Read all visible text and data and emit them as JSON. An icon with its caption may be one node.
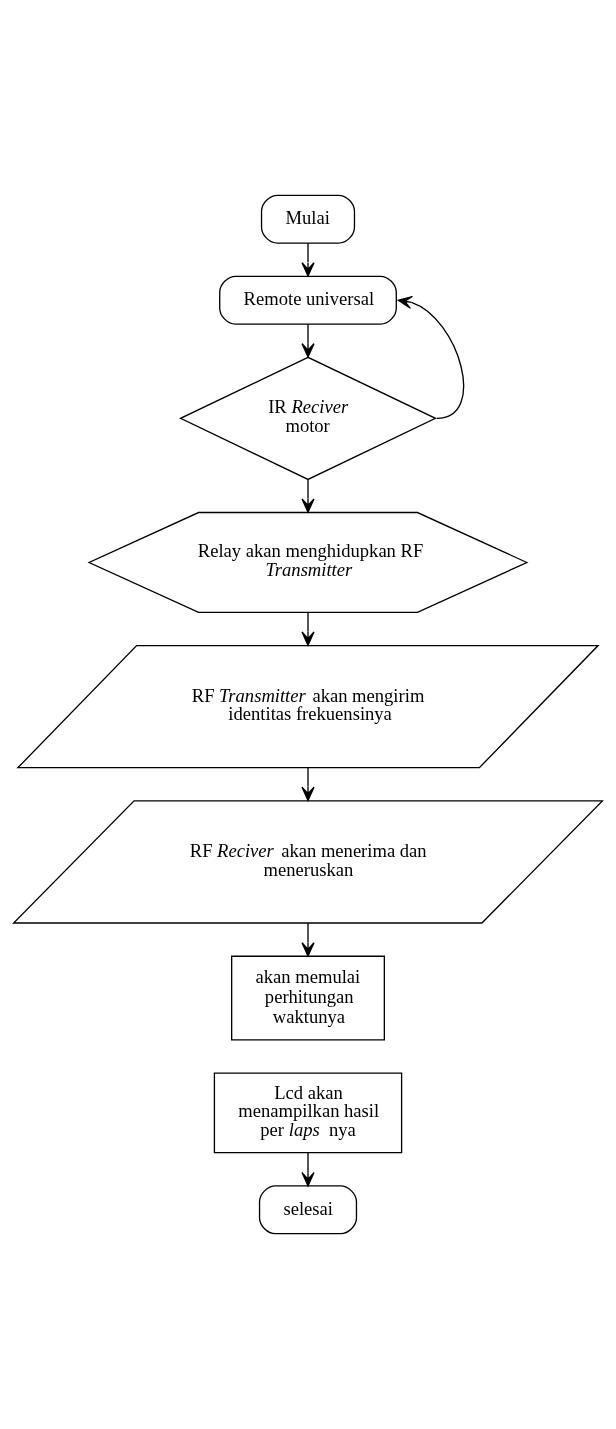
{
  "diagram": {
    "nodes": [
      {
        "text": [
          "Mulai"
        ]
      },
      {
        "text": [
          "Remote universal"
        ]
      },
      {
        "text": [
          "IR *Reciver* motor"
        ]
      },
      {
        "text": [
          "Relay akan menghidupkan RF *Transmitter*"
        ]
      },
      {
        "text": [
          "RF *Transmitter* akan mengirim identitas frekuensinya"
        ]
      },
      {
        "text": [
          "RF *Reciver* akan menerima dan meneruskan"
        ]
      },
      {
        "text": [
          "akan memulai perhitungan waktunya"
        ]
      },
      {
        "text": [
          "Lcd akan menampilkan hasil per *laps* nya"
        ]
      },
      {
        "text": [
          "selesai"
        ]
      }
    ],
    "edges": [
      {
        "from": 0,
        "to": 1,
        "arrow": "to"
      },
      {
        "from": 1,
        "to": 2,
        "arrow": "to"
      },
      {
        "from": 2,
        "to": 1,
        "arrow": "to"
      },
      {
        "from": 2,
        "to": 3,
        "arrow": "to"
      },
      {
        "from": 3,
        "to": 4,
        "arrow": "to"
      },
      {
        "from": 4,
        "to": 5,
        "arrow": "to"
      },
      {
        "from": 5,
        "to": 6,
        "arrow": "to"
      },
      {
        "from": 7,
        "to": 8,
        "arrow": "to"
      }
    ]
  }
}
